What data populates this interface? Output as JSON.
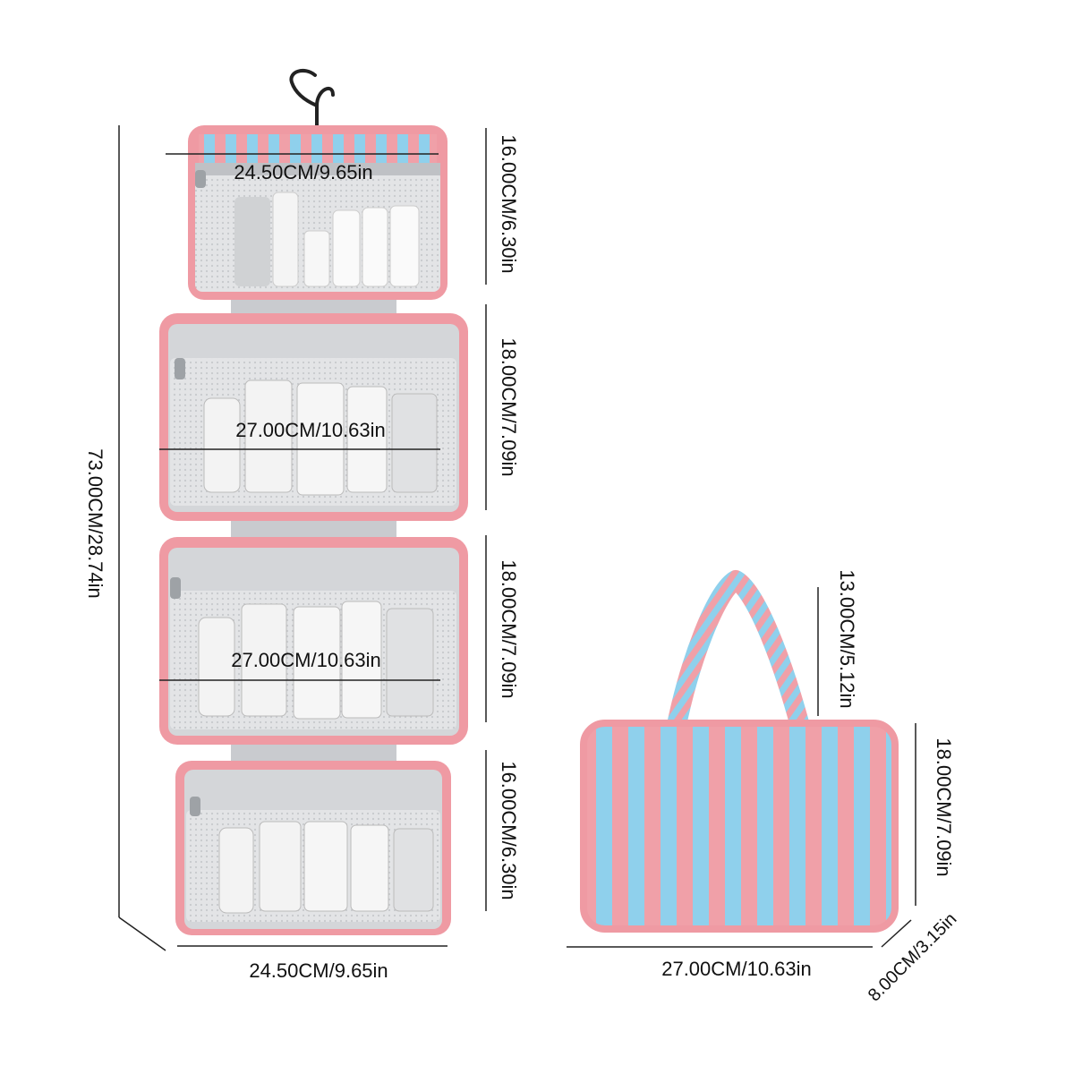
{
  "hanging_bag": {
    "total_length": "73.00CM/28.74in",
    "bottom_width": "24.50CM/9.65in",
    "sections": [
      {
        "width": "24.50CM/9.65in",
        "height": "16.00CM/6.30in"
      },
      {
        "width": "27.00CM/10.63in",
        "height": "18.00CM/7.09in"
      },
      {
        "width": "27.00CM/10.63in",
        "height": "18.00CM/7.09in"
      },
      {
        "width": "",
        "height": "16.00CM/6.30in"
      }
    ]
  },
  "closed_bag": {
    "handle_height": "13.00CM/5.12in",
    "body_height": "18.00CM/7.09in",
    "width": "27.00CM/10.63in",
    "depth": "8.00CM/3.15in"
  },
  "colors": {
    "stripe_pink": "#f0a0a8",
    "stripe_blue": "#8fd0ec",
    "trim_pink": "#ef9aa3",
    "mesh_grey": "#d9dadc",
    "lining_grey": "#c9cbcf"
  }
}
